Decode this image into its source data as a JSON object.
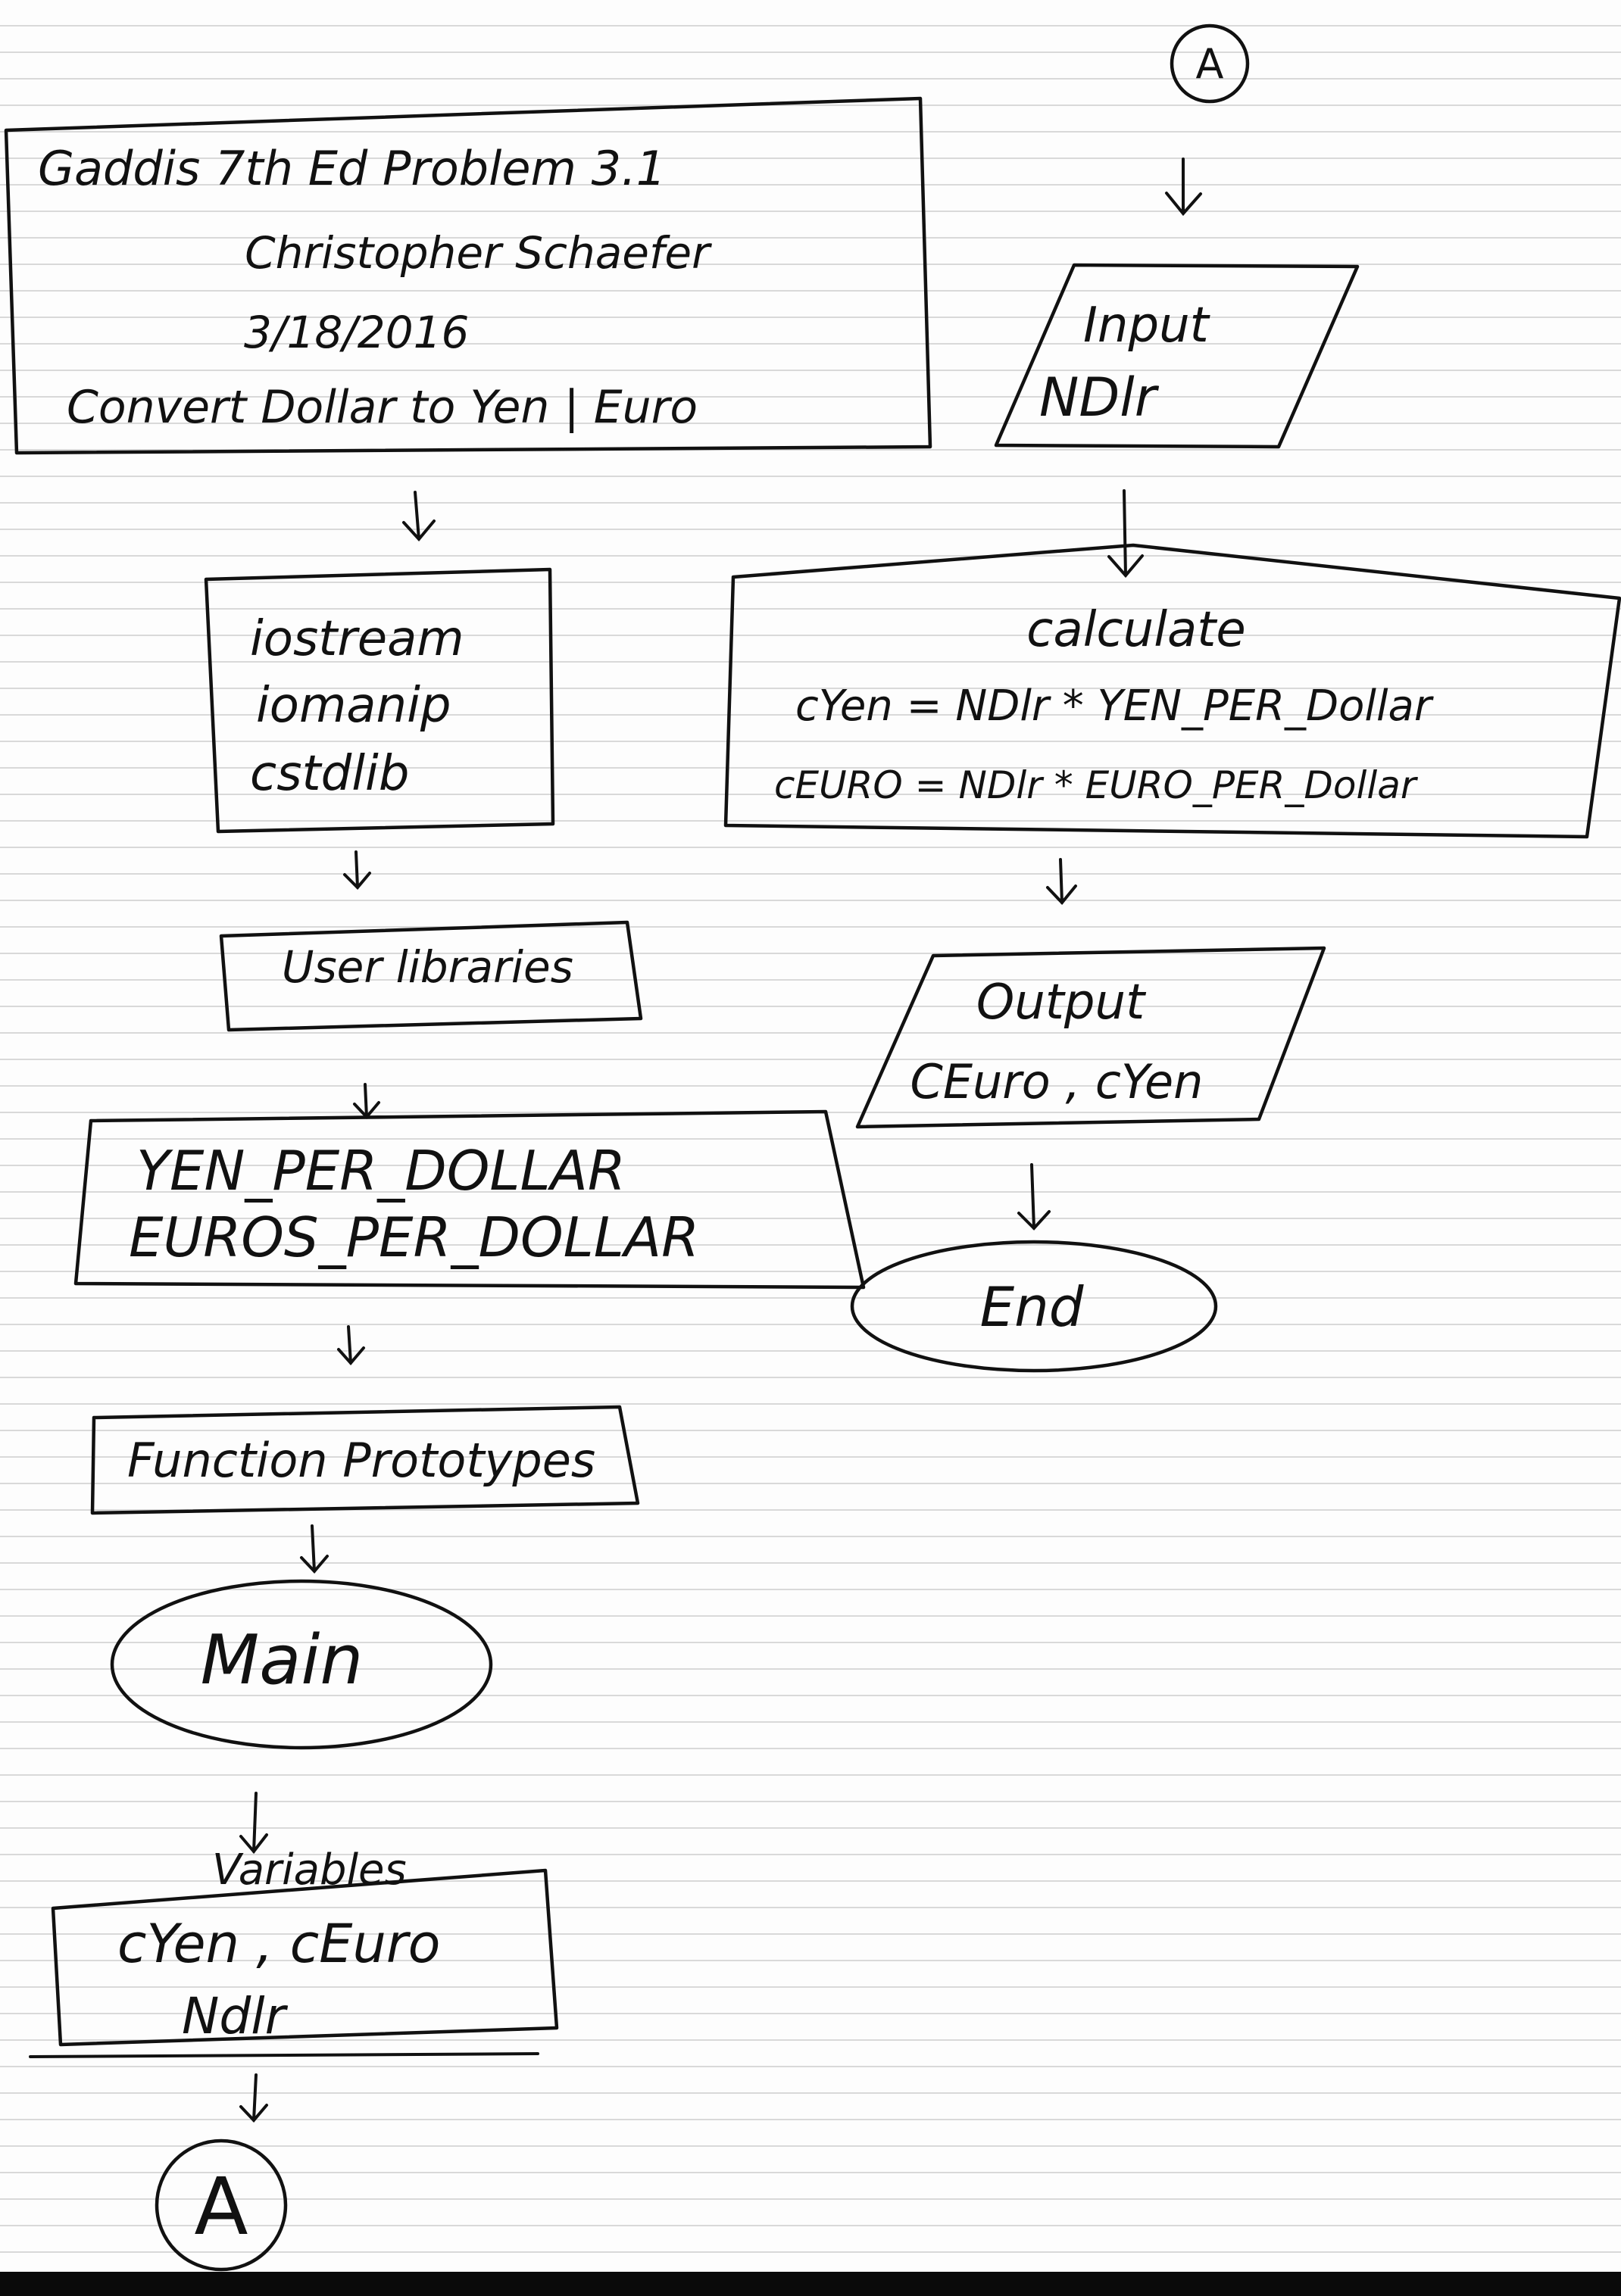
{
  "header": {
    "line1": "Gaddis 7th Ed Problem 3.1",
    "line2": "Christopher Schaefer",
    "line3": "3/18/2016",
    "line4": "Convert Dollar to Yen | Euro"
  },
  "includes": [
    "iostream",
    "iomanip",
    "cstdlib"
  ],
  "user_libraries": "User libraries",
  "constants": [
    "YEN_PER_DOLLAR",
    "EUROS_PER_DOLLAR"
  ],
  "prototypes": "Function Prototypes",
  "main": "Main",
  "variables": {
    "title": "Variables",
    "line1": "cYen , cEuro",
    "line2": "Ndlr"
  },
  "connector_bottom": "A",
  "connector_top": "A",
  "input": {
    "title": "Input",
    "value": "NDlr"
  },
  "calculate": {
    "title": "calculate",
    "line1": "cYen = NDlr * YEN_PER_Dollar",
    "line2": "cEURO = NDlr * EURO_PER_Dollar"
  },
  "output": {
    "title": "Output",
    "value": "CEuro , cYen"
  },
  "end": "End"
}
